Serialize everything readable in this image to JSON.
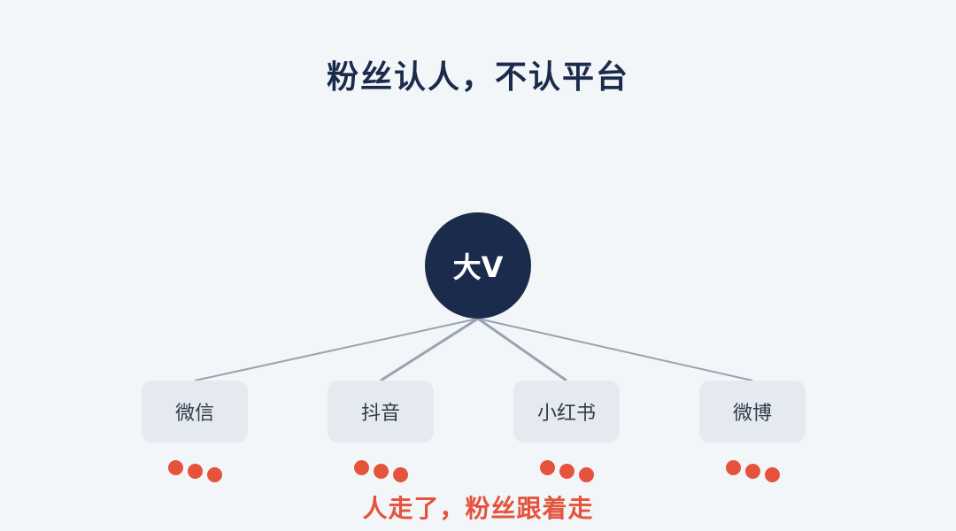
{
  "title": "粉丝认人，不认平台",
  "hub": {
    "label": "大V"
  },
  "platforms": [
    {
      "label": "微信"
    },
    {
      "label": "抖音"
    },
    {
      "label": "小红书"
    },
    {
      "label": "微博"
    }
  ],
  "caption": "人走了，粉丝跟着走",
  "colors": {
    "background": "#f3f6f8",
    "hub": "#1b2b4b",
    "platform_box": "#e5eaf1",
    "connector": "#98a3b2",
    "accent": "#e5533d"
  }
}
